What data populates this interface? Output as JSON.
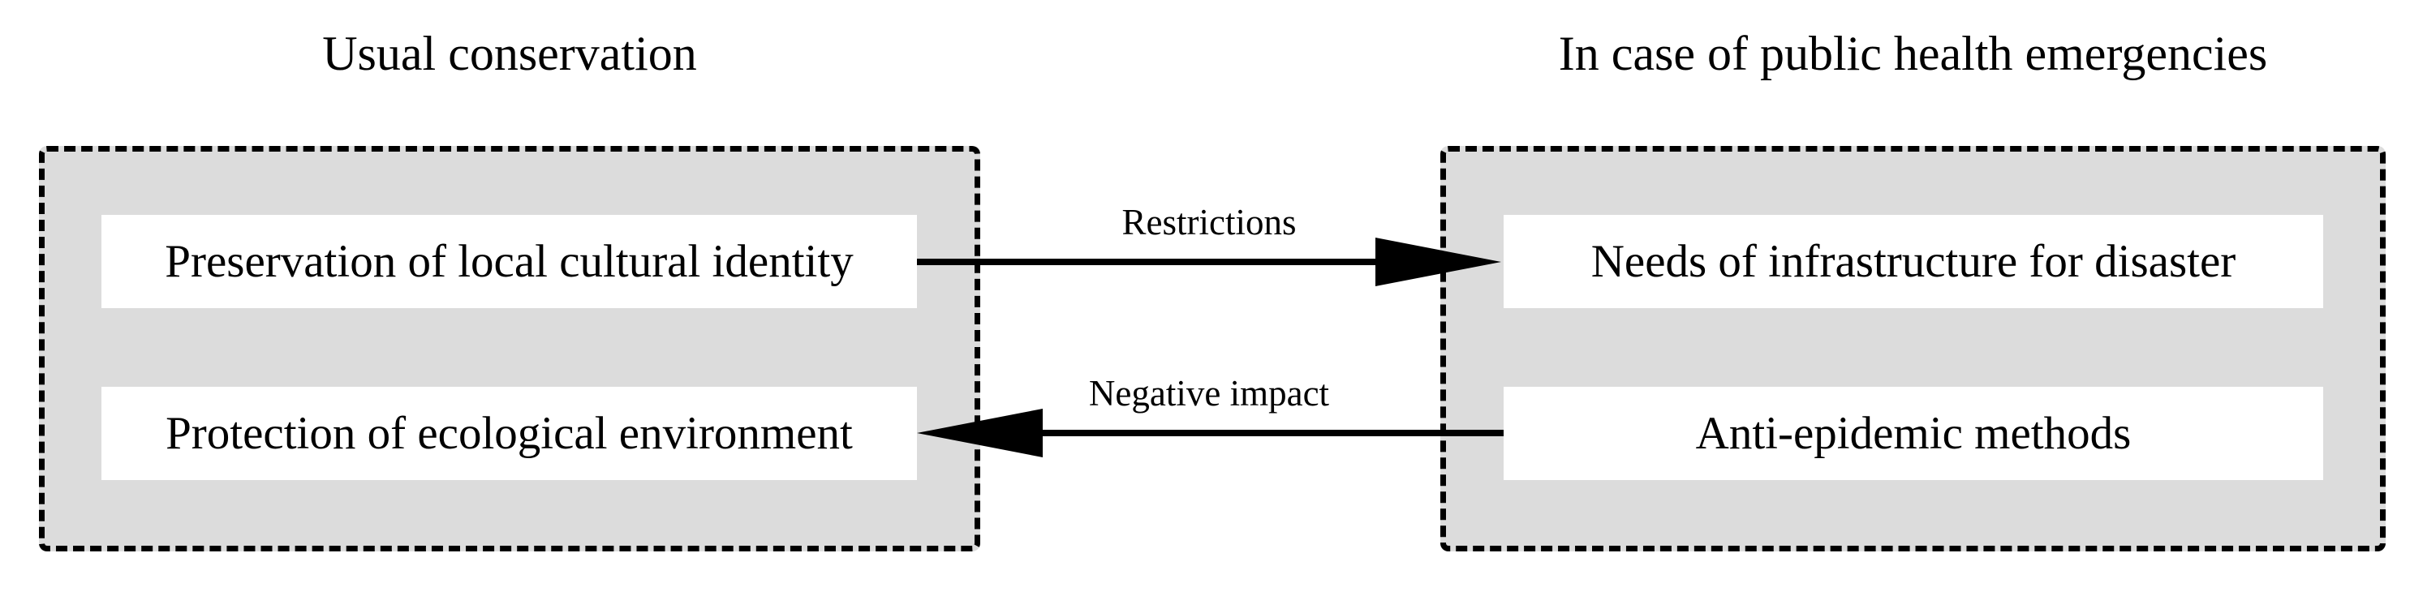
{
  "headings": {
    "left": "Usual conservation",
    "right": "In case of public health emergencies"
  },
  "groups": {
    "left": {
      "items": [
        "Preservation of local cultural identity",
        "Protection of ecological environment"
      ]
    },
    "right": {
      "items": [
        "Needs of infrastructure for disaster",
        "Anti-epidemic methods"
      ]
    }
  },
  "edges": [
    {
      "from": "Preservation of local cultural identity",
      "to": "Needs of infrastructure for disaster",
      "label": "Restrictions"
    },
    {
      "from": "Anti-epidemic methods",
      "to": "Protection of ecological environment",
      "label": "Negative impact"
    }
  ],
  "colors": {
    "group_fill": "#dcdcdc",
    "node_fill": "#ffffff",
    "stroke": "#000000"
  }
}
